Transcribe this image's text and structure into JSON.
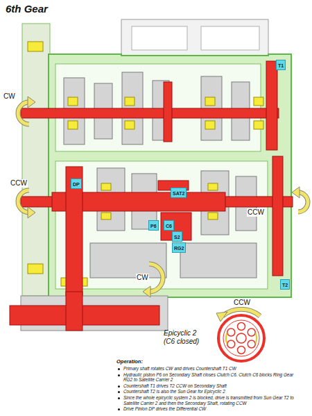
{
  "diagram": {
    "title": "6th Gear",
    "nodes": [
      {
        "text": [
          "T1"
        ]
      },
      {
        "text": [
          "DP"
        ]
      },
      {
        "text": [
          "SAT2"
        ]
      },
      {
        "text": [
          "P6"
        ]
      },
      {
        "text": [
          "C6"
        ]
      },
      {
        "text": [
          "S2"
        ]
      },
      {
        "text": [
          "RG2"
        ]
      },
      {
        "text": [
          "T2"
        ]
      }
    ],
    "labels": [
      "CW",
      "CCW",
      "CCW",
      "CW",
      "CCW",
      "Epicyclic 2 (C6 closed)",
      "Operation:",
      "Primary shaft rotates CW and drives Countershaft T1 CW",
      "Hydraulic piston P6 on Secondary Shaft closes Clutch C6. Clutch C6 blocks Ring Gear RG2 to Satellite Carrier 2",
      "Countershaft T1 drives T2 CCW on Secondary Shaft",
      "Countershaft T2 is also the Sun Gear for Epicyclic 2",
      "Since the whole epicyclic system 2 is blocked, drive is transmitted from Sun Gear T2 to Satellite Carrier 2 and then the Secondary Shaft, rotating CCW",
      "Drive Pinion DP drives the Differential CW"
    ]
  }
}
